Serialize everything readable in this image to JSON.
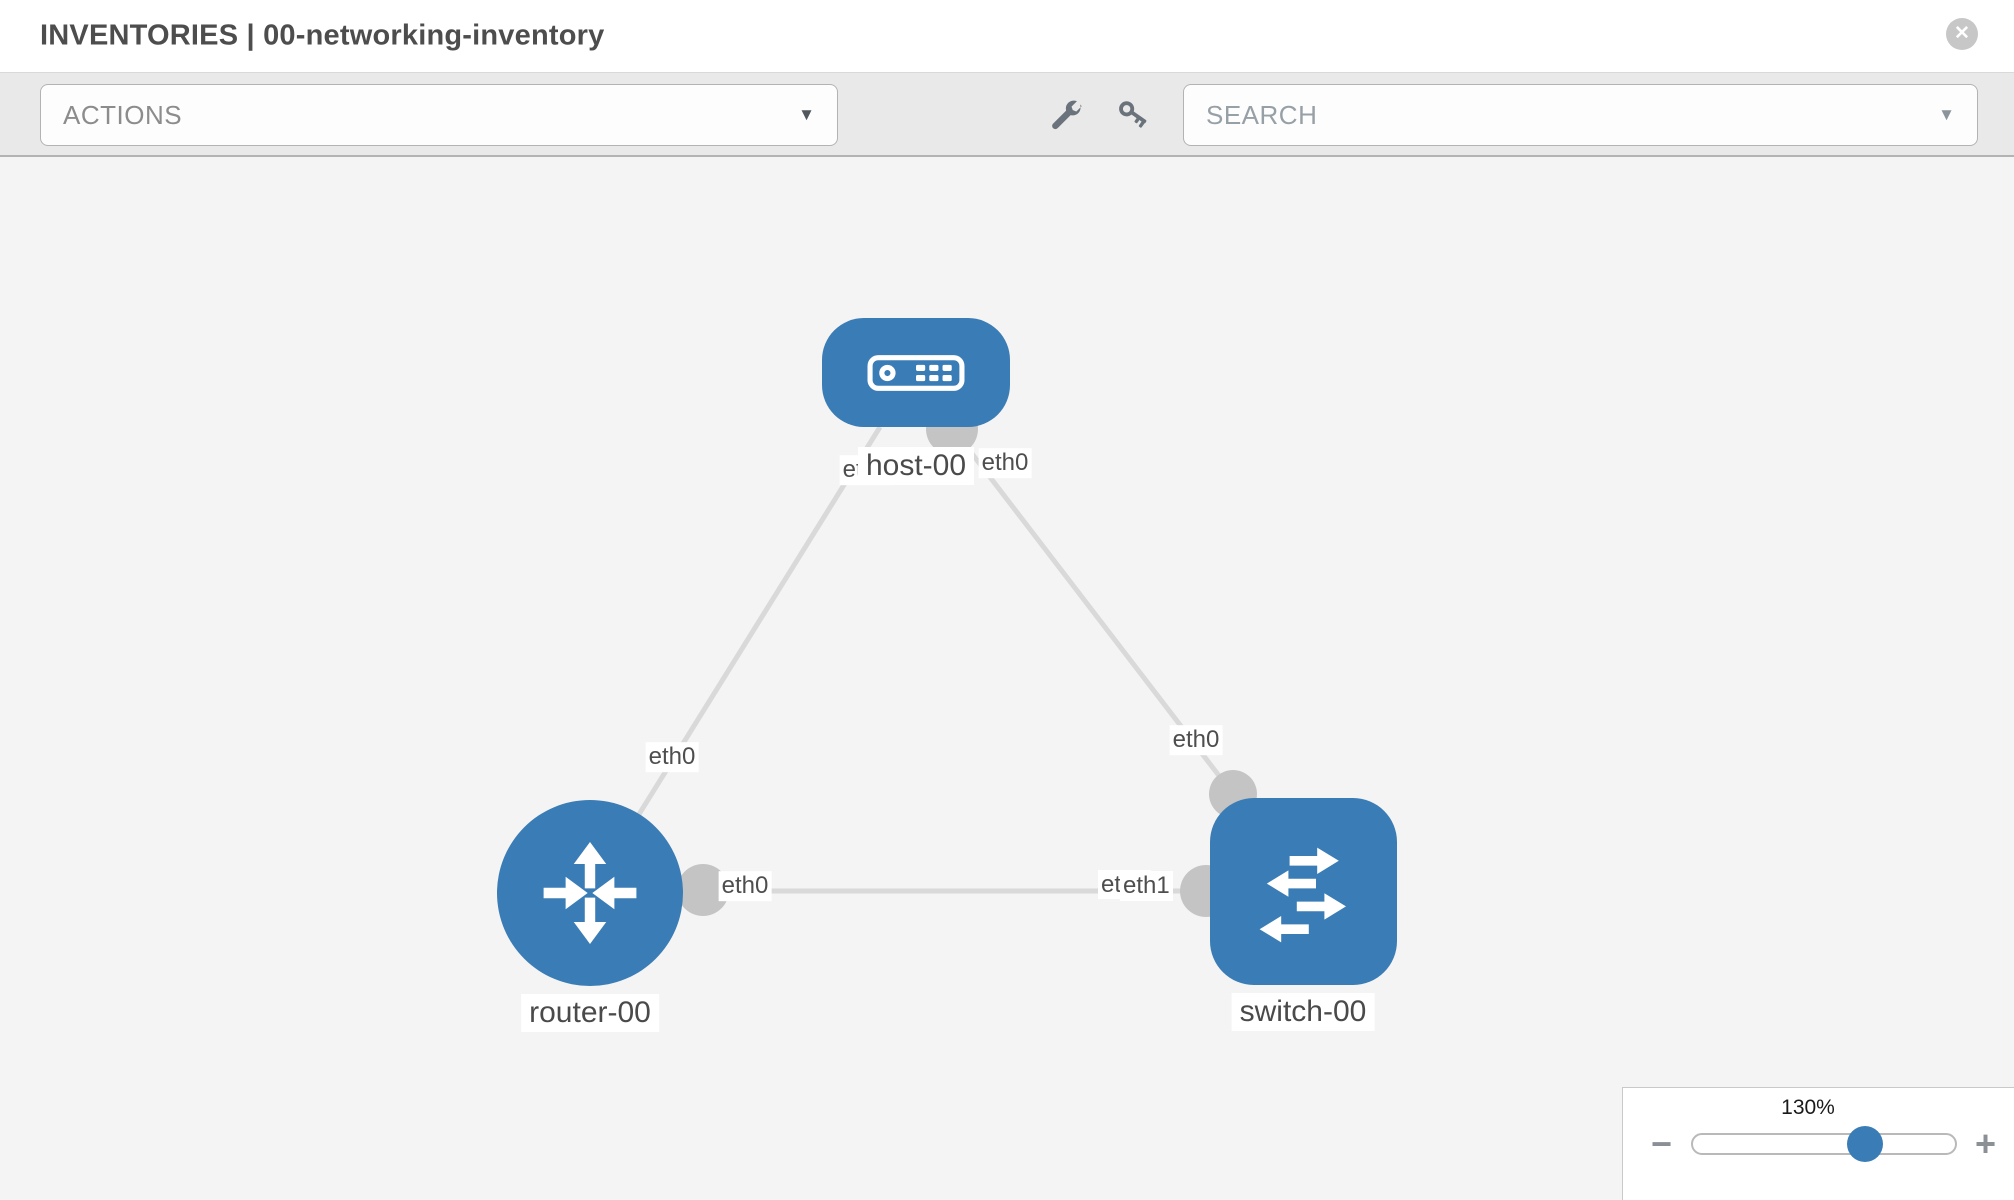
{
  "header": {
    "title": "INVENTORIES | 00-networking-inventory"
  },
  "toolbar": {
    "actions_label": "ACTIONS",
    "search_placeholder": "SEARCH"
  },
  "icons": {
    "close": "✕",
    "caret_down": "▼",
    "minus": "−",
    "plus": "+",
    "wrench": "wrench-icon",
    "key": "key-icon"
  },
  "colors": {
    "node_fill": "#3a7cb5",
    "link": "#d9d9d9",
    "connector": "#c4c4c4",
    "canvas_bg": "#f4f4f4"
  },
  "diagram": {
    "nodes": [
      {
        "id": "host-00",
        "type": "host",
        "label": "host-00"
      },
      {
        "id": "router-00",
        "type": "router",
        "label": "router-00"
      },
      {
        "id": "switch-00",
        "type": "switch",
        "label": "switch-00"
      }
    ],
    "links": [
      {
        "source": "host-00",
        "source_interface": "eth0",
        "target": "router-00",
        "target_interface": "eth0"
      },
      {
        "source": "host-00",
        "source_interface": "eth0",
        "target": "switch-00",
        "target_interface": "eth0"
      },
      {
        "source": "router-00",
        "source_interface": "eth0",
        "target": "switch-00",
        "target_interface": "eth1",
        "occluded_label": "eth0"
      }
    ]
  },
  "zoom_control": {
    "level": "130%"
  }
}
